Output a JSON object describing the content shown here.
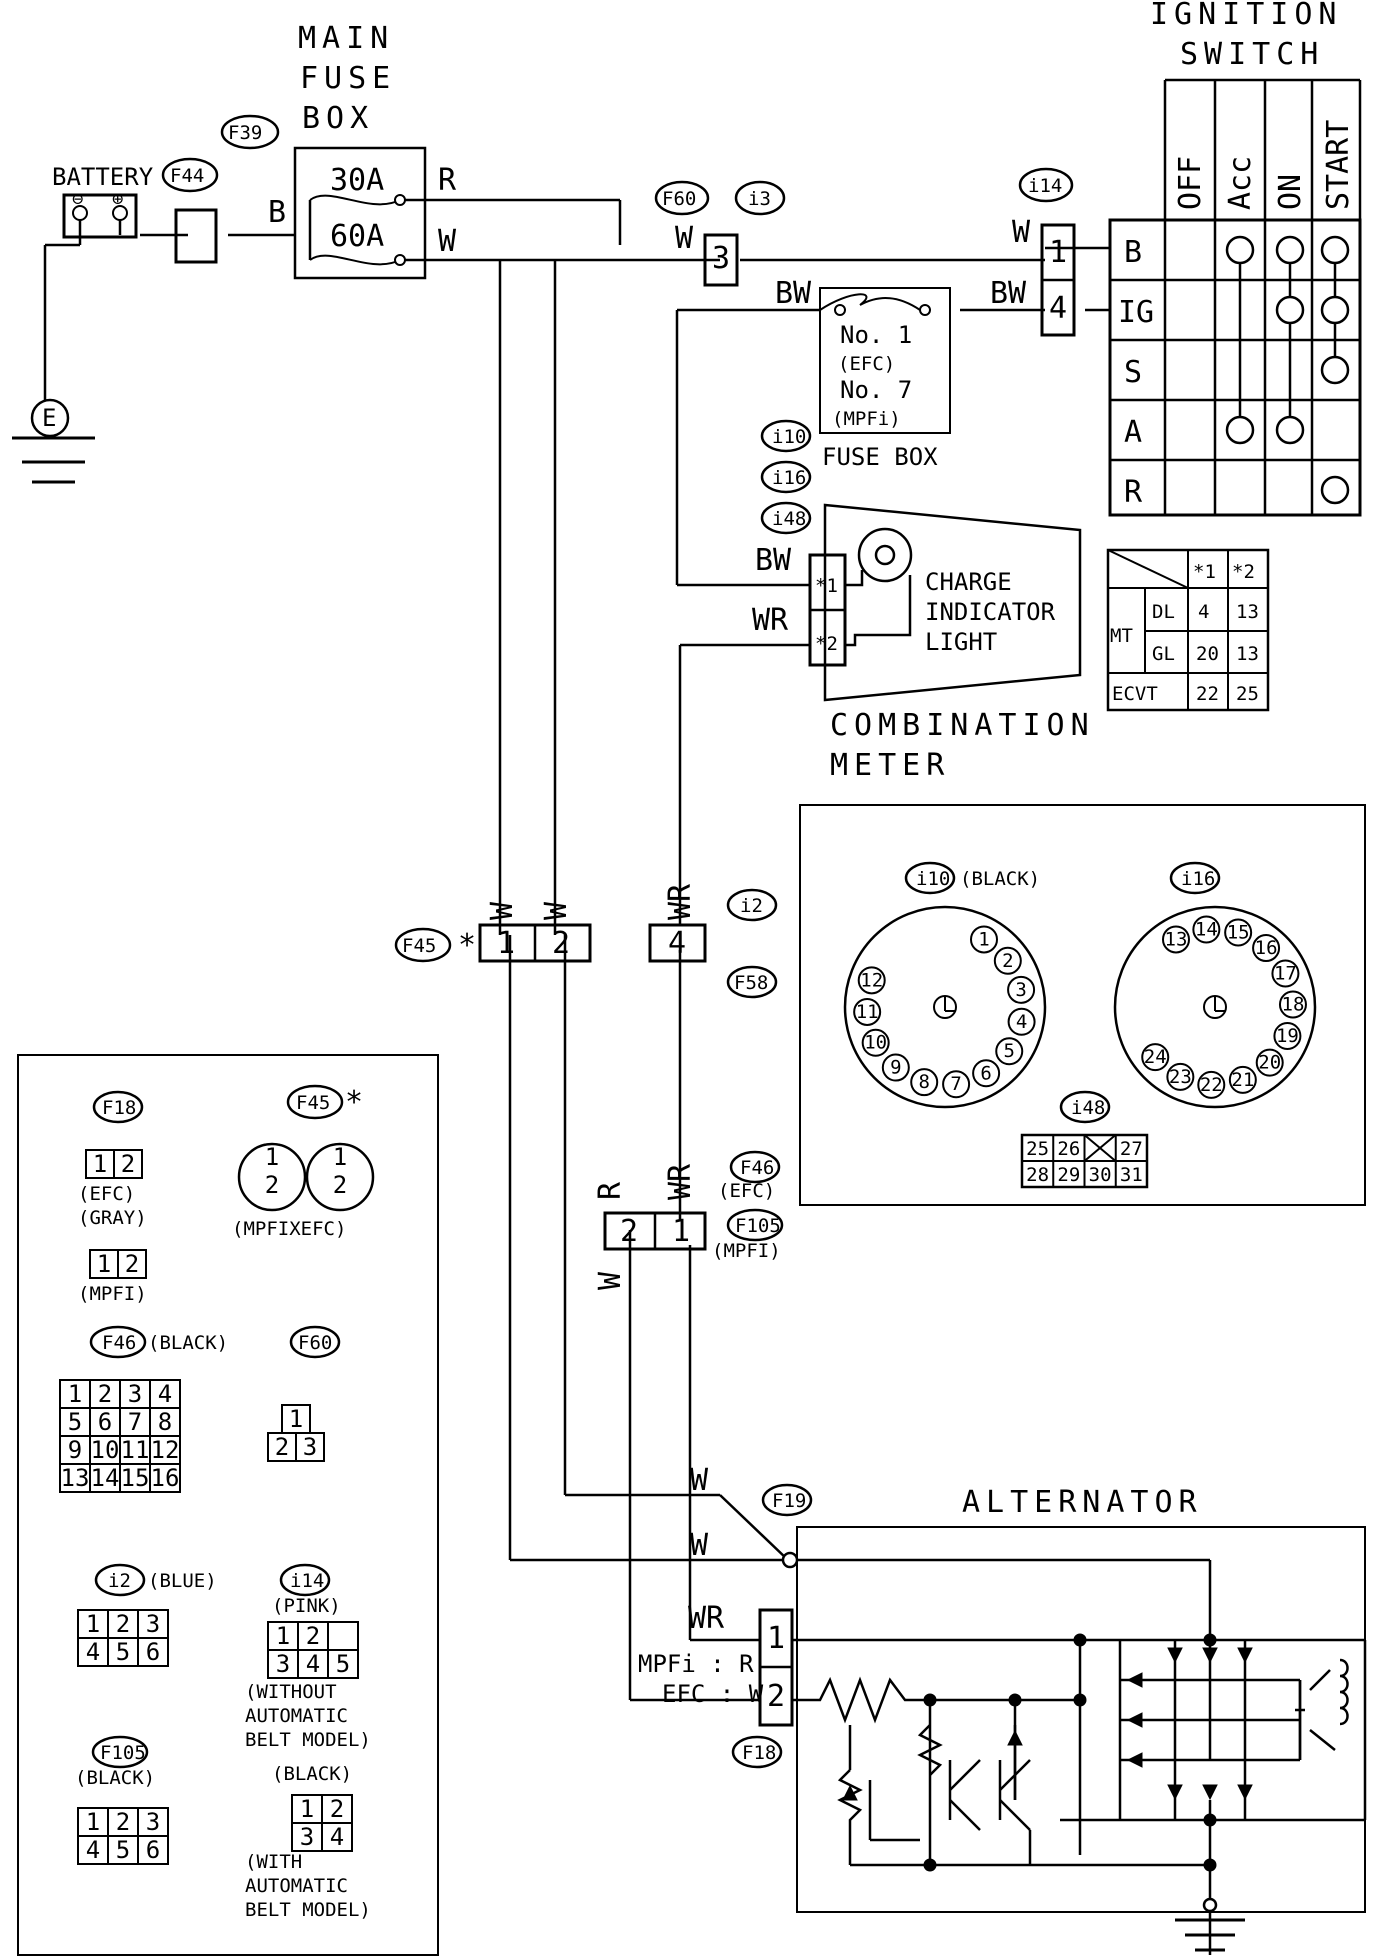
{
  "components": {
    "main_fuse_box": {
      "title": [
        "MAIN",
        "FUSE",
        "BOX"
      ],
      "fuses": [
        "30A",
        "60A"
      ]
    },
    "battery": {
      "label": "BATTERY",
      "terminals": [
        "⊖",
        "⊕"
      ]
    },
    "ground": "E",
    "ignition_switch": {
      "title": [
        "IGNITION",
        "SWITCH"
      ],
      "positions": [
        "OFF",
        "Acc",
        "ON",
        "START"
      ],
      "terminals": [
        "B",
        "IG",
        "S",
        "A",
        "R"
      ]
    },
    "fuse_box": {
      "label": "FUSE BOX",
      "lines": [
        "No. 1",
        "(EFC)",
        "No. 7",
        "(MPFi)"
      ]
    },
    "combination_meter": {
      "title": [
        "COMBINATION",
        "METER"
      ],
      "light": [
        "CHARGE",
        "INDICATOR",
        "LIGHT"
      ],
      "pins": [
        "*1",
        "*2"
      ]
    },
    "alternator": {
      "label": "ALTERNATOR",
      "pins": [
        "1",
        "2"
      ],
      "pin1_wire": "WR",
      "pin2_wires": [
        "MPFi : R",
        "EFC : W"
      ]
    }
  },
  "connectors": {
    "F39": "F39",
    "F44": "F44",
    "F60": "F60",
    "i3": "i3",
    "i14": "i14",
    "i10": "i10",
    "i16": "i16",
    "i48": "i48",
    "F45": "F45",
    "i2": "i2",
    "F58": "F58",
    "F46": "F46",
    "F105": "F105",
    "F19": "F19",
    "F18": "F18"
  },
  "wires": {
    "B": "B",
    "R": "R",
    "W": "W",
    "BW": "BW",
    "WR": "WR"
  },
  "pins": {
    "p1": "1",
    "p2": "2",
    "p3": "3",
    "p4": "4"
  },
  "pin_table": {
    "head": [
      "*1",
      "*2"
    ],
    "rows": [
      {
        "group": "MT",
        "sub": "DL",
        "v1": "4",
        "v2": "13"
      },
      {
        "group": "MT",
        "sub": "GL",
        "v1": "20",
        "v2": "13"
      },
      {
        "group": "ECVT",
        "sub": "",
        "v1": "22",
        "v2": "25"
      }
    ]
  },
  "notes": {
    "efc": "(EFC)",
    "mpfi": "(MPFI)",
    "efc_gray": "(EFC)",
    "gray": "(GRAY)",
    "mpfi2": "(MPFI)",
    "mpfi_x_efc": "(MPFIXEFC)",
    "black": "(BLACK)",
    "blue": "(BLUE)",
    "pink": "(PINK)",
    "without_belt": [
      "(WITHOUT",
      "AUTOMATIC",
      "BELT MODEL)"
    ],
    "with_belt": [
      "(WITH",
      "AUTOMATIC",
      "BELT MODEL)"
    ]
  },
  "connector_faces": {
    "F46": [
      [
        "1",
        "2",
        "3",
        "4"
      ],
      [
        "5",
        "6",
        "7",
        "8"
      ],
      [
        "9",
        "10",
        "11",
        "12"
      ],
      [
        "13",
        "14",
        "15",
        "16"
      ]
    ],
    "F60": [
      [
        "1"
      ],
      [
        "2",
        "3"
      ]
    ],
    "i2": [
      [
        "1",
        "2",
        "3"
      ],
      [
        "4",
        "5",
        "6"
      ]
    ],
    "i14": [
      [
        "1",
        "2",
        ""
      ],
      [
        "3",
        "4",
        "5"
      ]
    ],
    "i14b": [
      [
        "1",
        "2"
      ],
      [
        "3",
        "4"
      ]
    ],
    "F105": [
      [
        "1",
        "2",
        "3"
      ],
      [
        "4",
        "5",
        "6"
      ]
    ],
    "F18": [
      "1",
      "2"
    ],
    "F45": [
      "1",
      "2"
    ],
    "i48": [
      [
        "25",
        "26",
        "",
        "27"
      ],
      [
        "28",
        "29",
        "30",
        "31"
      ]
    ],
    "i10_pins": [
      "1",
      "2",
      "3",
      "4",
      "5",
      "6",
      "7",
      "8",
      "9",
      "10",
      "11",
      "12"
    ],
    "i16_pins": [
      "13",
      "14",
      "15",
      "16",
      "17",
      "18",
      "19",
      "20",
      "21",
      "22",
      "23",
      "24"
    ]
  }
}
